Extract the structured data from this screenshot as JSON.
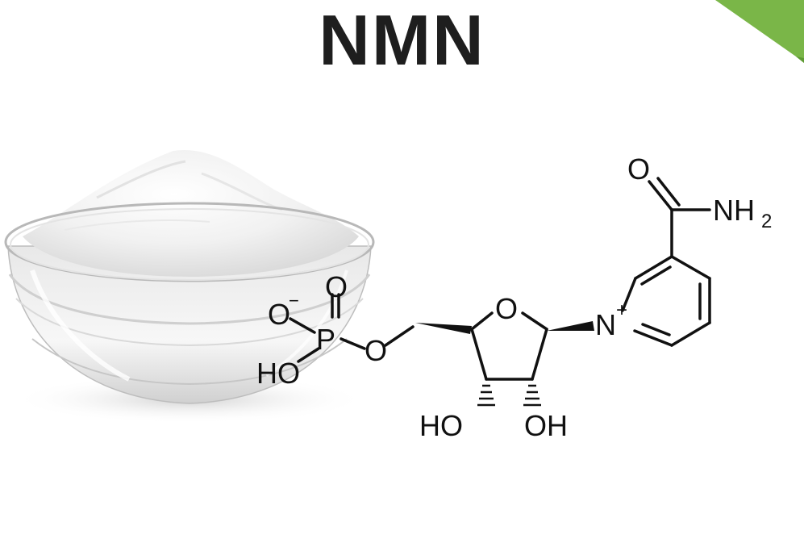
{
  "title": "NMN",
  "accent_color": "#7ab648",
  "molecule": {
    "labels": {
      "o_minus": "O",
      "p": "P",
      "o_double": "O",
      "ho_phosphate": "HO",
      "o_ester": "O",
      "o_ring": "O",
      "ho_c3": "HO",
      "oh_c2": "OH",
      "n_plus": "N",
      "plus_charge": "+",
      "minus_charge": "−",
      "o_amide": "O",
      "nh2": "NH",
      "nh2_sub": "2"
    }
  },
  "images": {
    "powder_bowl": "bowl of white powder"
  }
}
